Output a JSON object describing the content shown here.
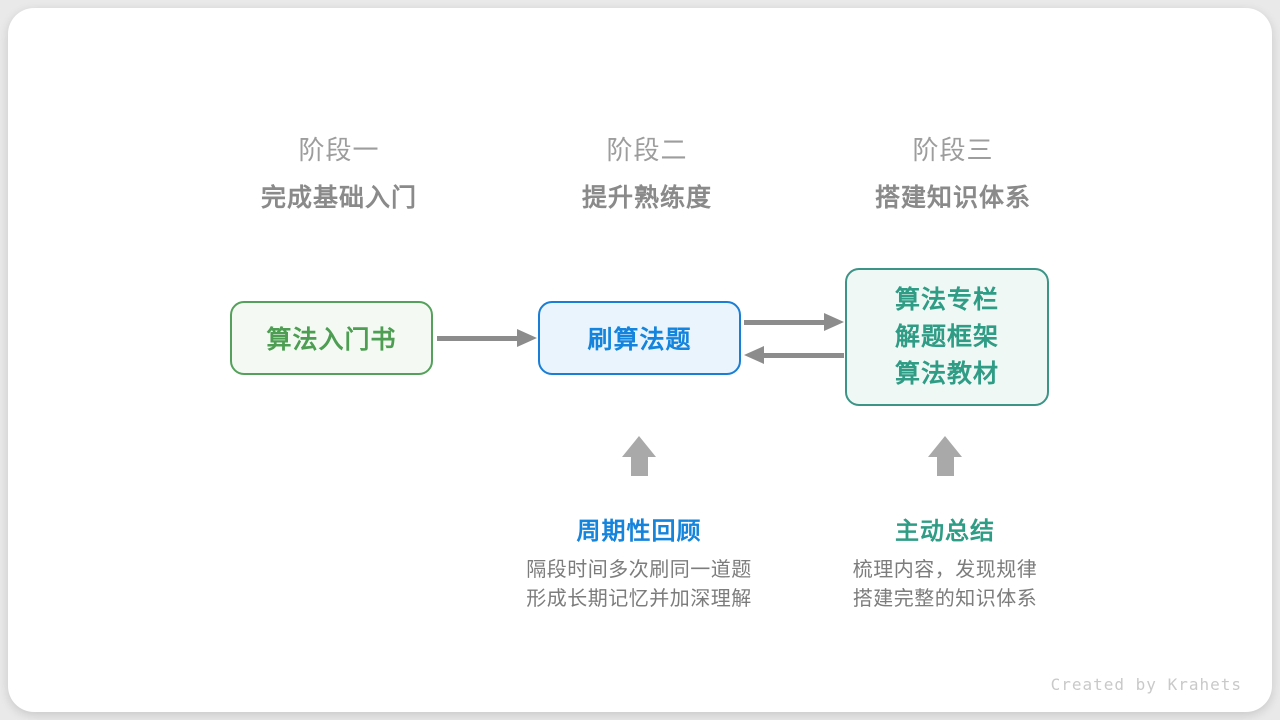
{
  "stages": [
    {
      "label": "阶段一",
      "subtitle": "完成基础入门"
    },
    {
      "label": "阶段二",
      "subtitle": "提升熟练度"
    },
    {
      "label": "阶段三",
      "subtitle": "搭建知识体系"
    }
  ],
  "nodes": {
    "intro_book": {
      "title": "算法入门书"
    },
    "practice": {
      "title": "刷算法题"
    },
    "resources": {
      "lines": [
        "算法专栏",
        "解题框架",
        "算法教材"
      ]
    }
  },
  "annotations": [
    {
      "title": "周期性回顾",
      "line1": "隔段时间多次刷同一道题",
      "line2": "形成长期记忆并加深理解"
    },
    {
      "title": "主动总结",
      "line1": "梳理内容，发现规律",
      "line2": "搭建完整的知识体系"
    }
  ],
  "footer": {
    "credit": "Created by Krahets"
  },
  "colors": {
    "green_text": "#4d9e53",
    "green_border": "#55a05b",
    "green_bg": "#f4faf3",
    "blue_text": "#1584dc",
    "blue_border": "#1a7dd6",
    "blue_bg": "#eaf4fc",
    "teal_text": "#2f9c85",
    "teal_border": "#3b9486",
    "teal_bg": "#f0f8f5",
    "arrow_gray": "#8c8c8c",
    "block_arrow_gray": "#a9a9a9",
    "stage_label_gray": "#9d9d9d",
    "stage_subtitle_gray": "#8a8a8a",
    "desc_gray": "#7c7c7c",
    "credit_gray": "#c9c9c9"
  }
}
